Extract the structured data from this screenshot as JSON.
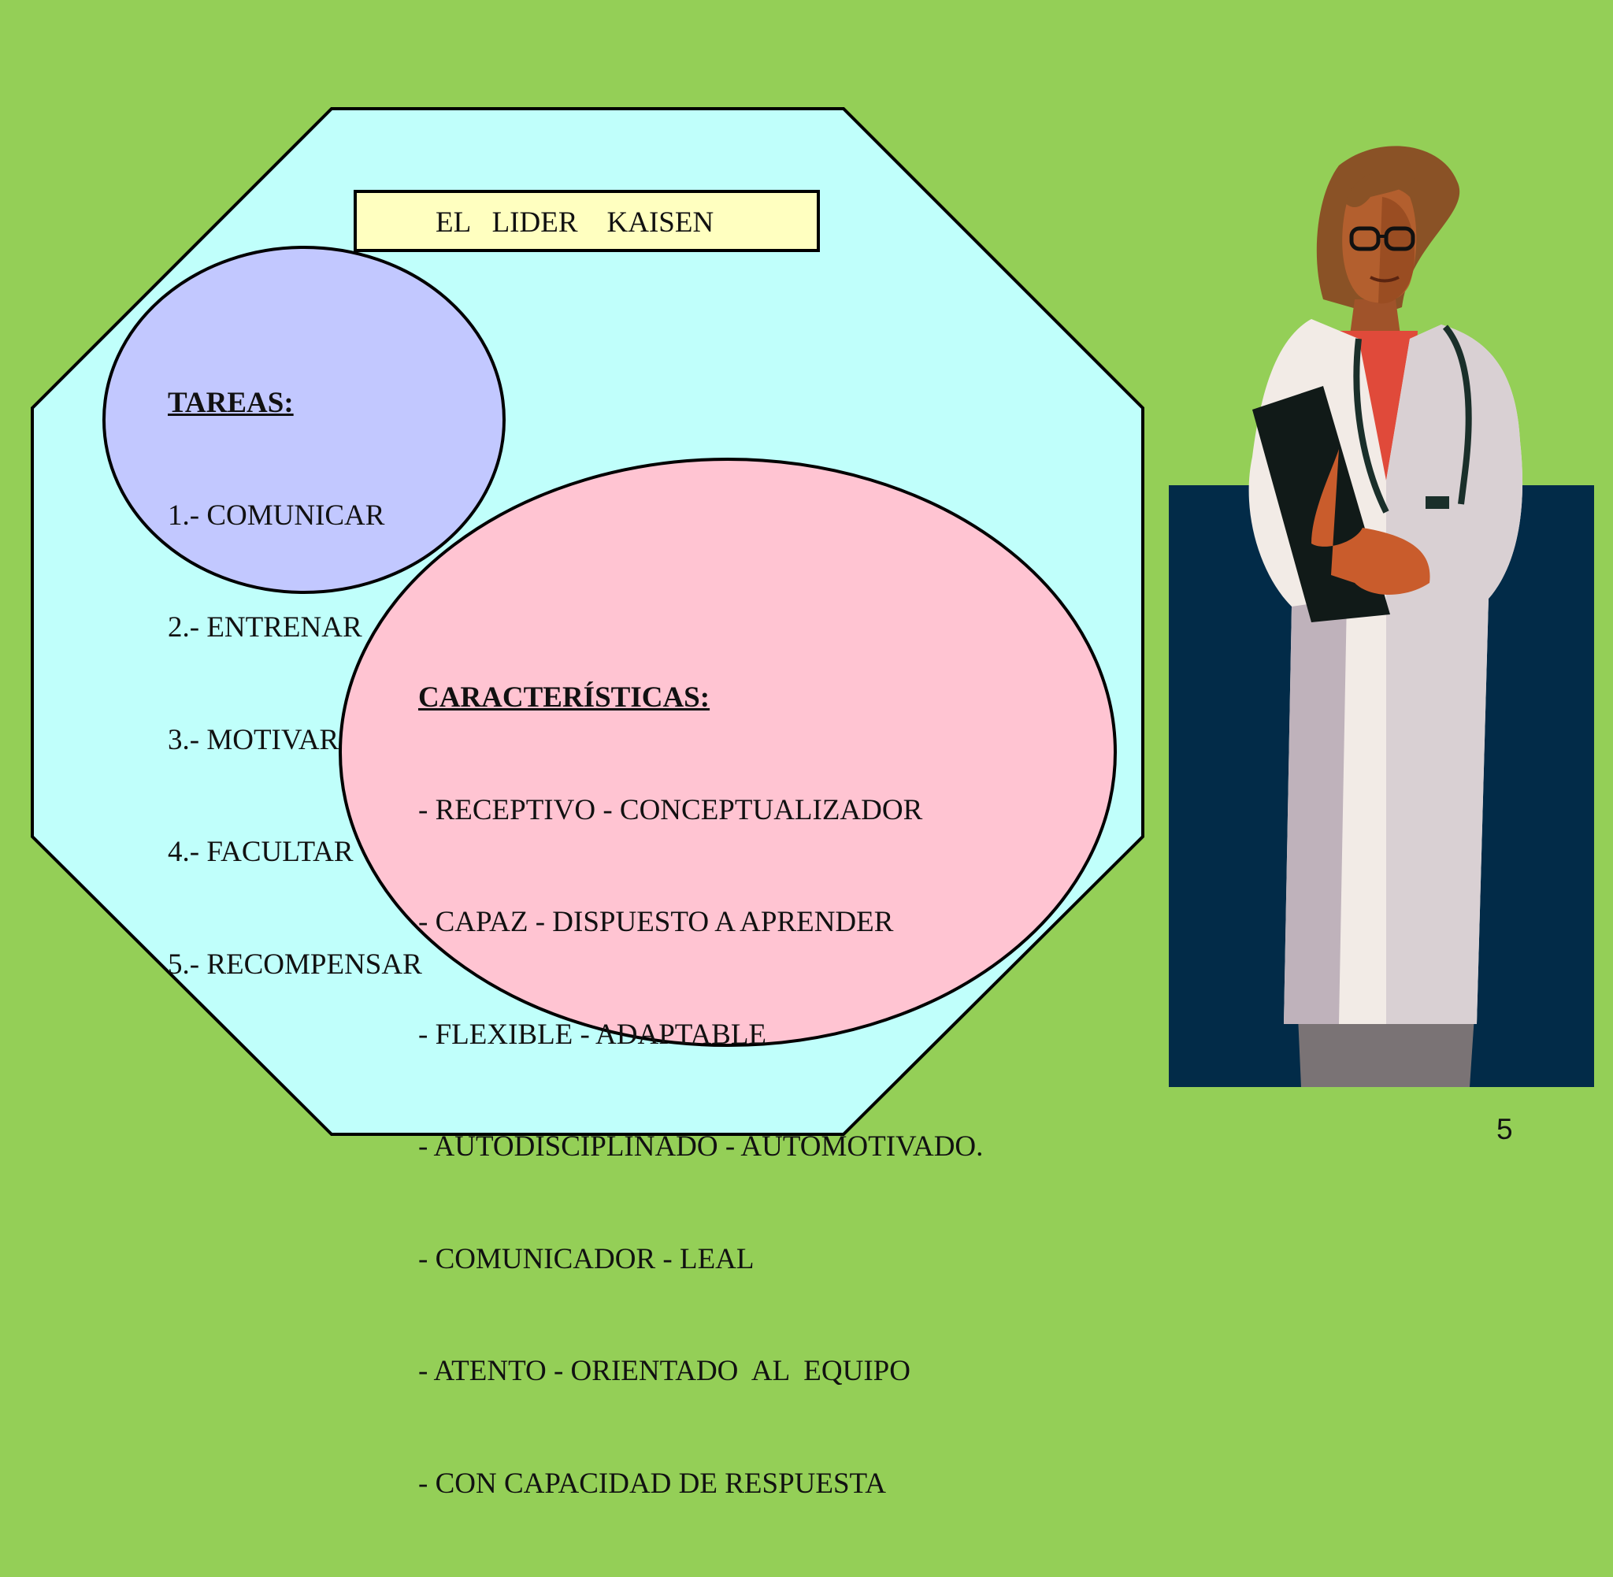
{
  "slide": {
    "title": "EL   LIDER    KAISEN",
    "tareas": {
      "heading": "TAREAS:",
      "items": [
        "1.- COMUNICAR",
        "2.- ENTRENAR",
        "3.- MOTIVAR",
        "4.- FACULTAR",
        "5.- RECOMPENSAR"
      ]
    },
    "caracteristicas": {
      "heading": "CARACTERÍSTICAS:",
      "items": [
        "- RECEPTIVO - CONCEPTUALIZADOR",
        "- CAPAZ - DISPUESTO A APRENDER",
        "- FLEXIBLE - ADAPTABLE",
        "- AUTODISCIPLINADO - AUTOMOTIVADO.",
        "- COMUNICADOR - LEAL",
        "- ATENTO - ORIENTADO  AL  EQUIPO",
        "- CON CAPACIDAD DE RESPUESTA"
      ]
    },
    "page_number": "5"
  },
  "colors": {
    "background": "#94cf57",
    "octagon_fill": "#c0fffb",
    "tareas_ellipse": "#c2c8ff",
    "caracteristicas_ellipse": "#ffc4d2",
    "title_box": "#ffffc0",
    "image_backdrop": "#022b48"
  },
  "icons": {
    "illustration": "doctor-with-clipboard-icon"
  }
}
